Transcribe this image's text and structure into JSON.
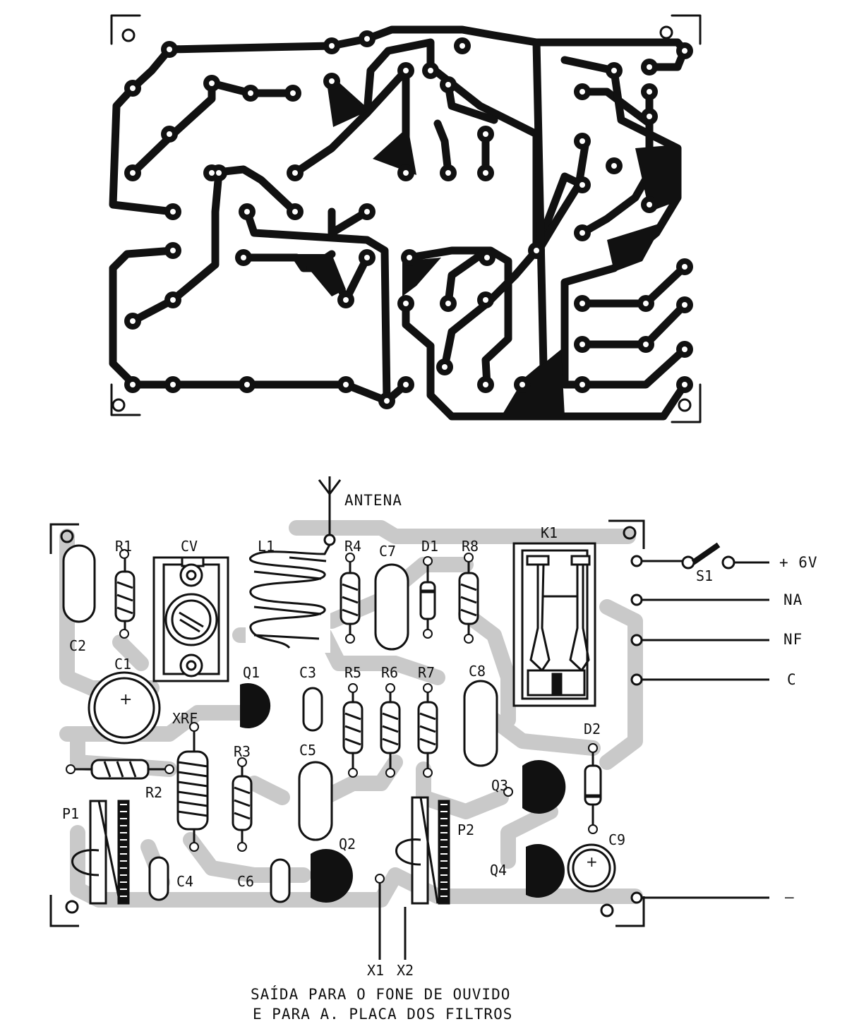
{
  "colors": {
    "ink": "#111111",
    "board": "#c9c9c9",
    "paper": "#ffffff"
  },
  "components": {
    "R1": "R1",
    "CV": "CV",
    "L1": "L1",
    "R4": "R4",
    "C7": "C7",
    "D1": "D1",
    "R8": "R8",
    "K1": "K1",
    "C2": "C2",
    "C1": "C1",
    "Q1": "Q1",
    "C3": "C3",
    "R5": "R5",
    "R6": "R6",
    "R7": "R7",
    "C8": "C8",
    "XRF": "XRF",
    "R3": "R3",
    "R2": "R2",
    "C5": "C5",
    "P1": "P1",
    "Q3": "Q3",
    "D2": "D2",
    "Q2": "Q2",
    "P2": "P2",
    "C4": "C4",
    "C6": "C6",
    "Q4": "Q4",
    "C9": "C9",
    "S1": "S1"
  },
  "antenna_label": "ANTENA",
  "terminals": {
    "pos6v": "+ 6V",
    "na": "NA",
    "nf": "NF",
    "c": "C",
    "neg": "–"
  },
  "output_pins": {
    "x1": "X1",
    "x2": "X2"
  },
  "caption": {
    "line1": "SAÍDA PARA O FONE DE OUVIDO",
    "line2": "E PARA A. PLACA DOS FILTROS"
  }
}
